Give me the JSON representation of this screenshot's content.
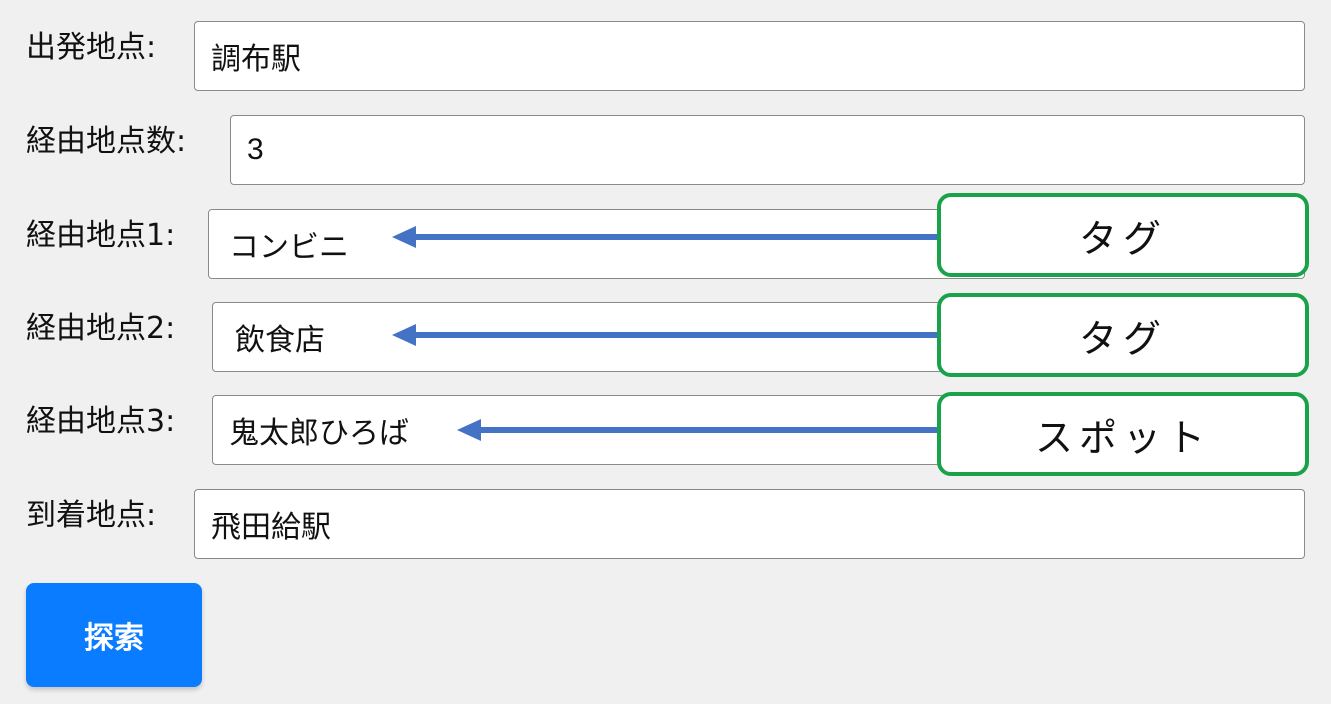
{
  "form": {
    "start": {
      "label": "出発地点:",
      "value": "調布駅"
    },
    "waypoint_count": {
      "label": "経由地点数:",
      "value": "3"
    },
    "waypoints": [
      {
        "label": "経由地点1:",
        "value": "コンビニ",
        "annotation": "タグ"
      },
      {
        "label": "経由地点2:",
        "value": "飲食店",
        "annotation": "タグ"
      },
      {
        "label": "経由地点3:",
        "value": "鬼太郎ひろば",
        "annotation": "スポット"
      }
    ],
    "end": {
      "label": "到着地点:",
      "value": "飛田給駅"
    },
    "search_button": {
      "label": "探索"
    }
  },
  "colors": {
    "background": "#f0f0f0",
    "button": "#0a7cff",
    "annotation_border": "#1aa24a",
    "arrow": "#4472c4"
  }
}
